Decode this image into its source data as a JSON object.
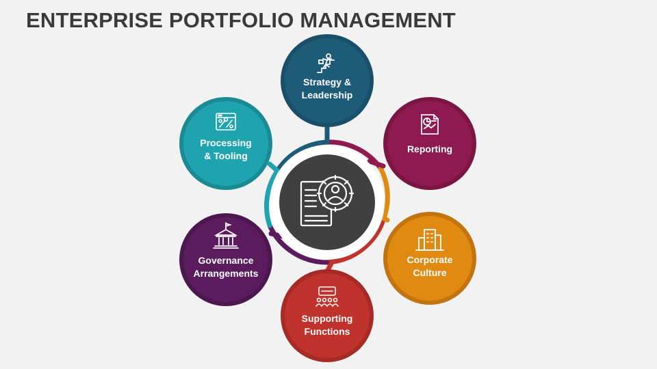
{
  "title": "ENTERPRISE PORTFOLIO MANAGEMENT",
  "center": {
    "icon": "document-gear-person-icon",
    "color": "#404040"
  },
  "nodes": [
    {
      "id": "strategy",
      "lines": [
        "Strategy &",
        "Leadership"
      ],
      "icon": "businessman-climbing-stairs-icon",
      "color": "#1d5b79",
      "ring": "#1a4f6a"
    },
    {
      "id": "reporting",
      "lines": [
        "Reporting"
      ],
      "icon": "report-chart-icon",
      "color": "#8e1a4f",
      "ring": "#7a1644"
    },
    {
      "id": "corporate",
      "lines": [
        "Corporate",
        "Culture"
      ],
      "icon": "office-building-icon",
      "color": "#e08a12",
      "ring": "#c27410"
    },
    {
      "id": "supporting",
      "lines": [
        "Supporting",
        "Functions"
      ],
      "icon": "team-presentation-icon",
      "color": "#c0322c",
      "ring": "#a62a25"
    },
    {
      "id": "governance",
      "lines": [
        "Governance",
        "Arrangements"
      ],
      "icon": "government-building-icon",
      "color": "#5b1c5e",
      "ring": "#4c174f"
    },
    {
      "id": "processing",
      "lines": [
        "Processing",
        "& Tooling"
      ],
      "icon": "browser-tools-icon",
      "color": "#1fa3ae",
      "ring": "#1a8a94"
    }
  ]
}
